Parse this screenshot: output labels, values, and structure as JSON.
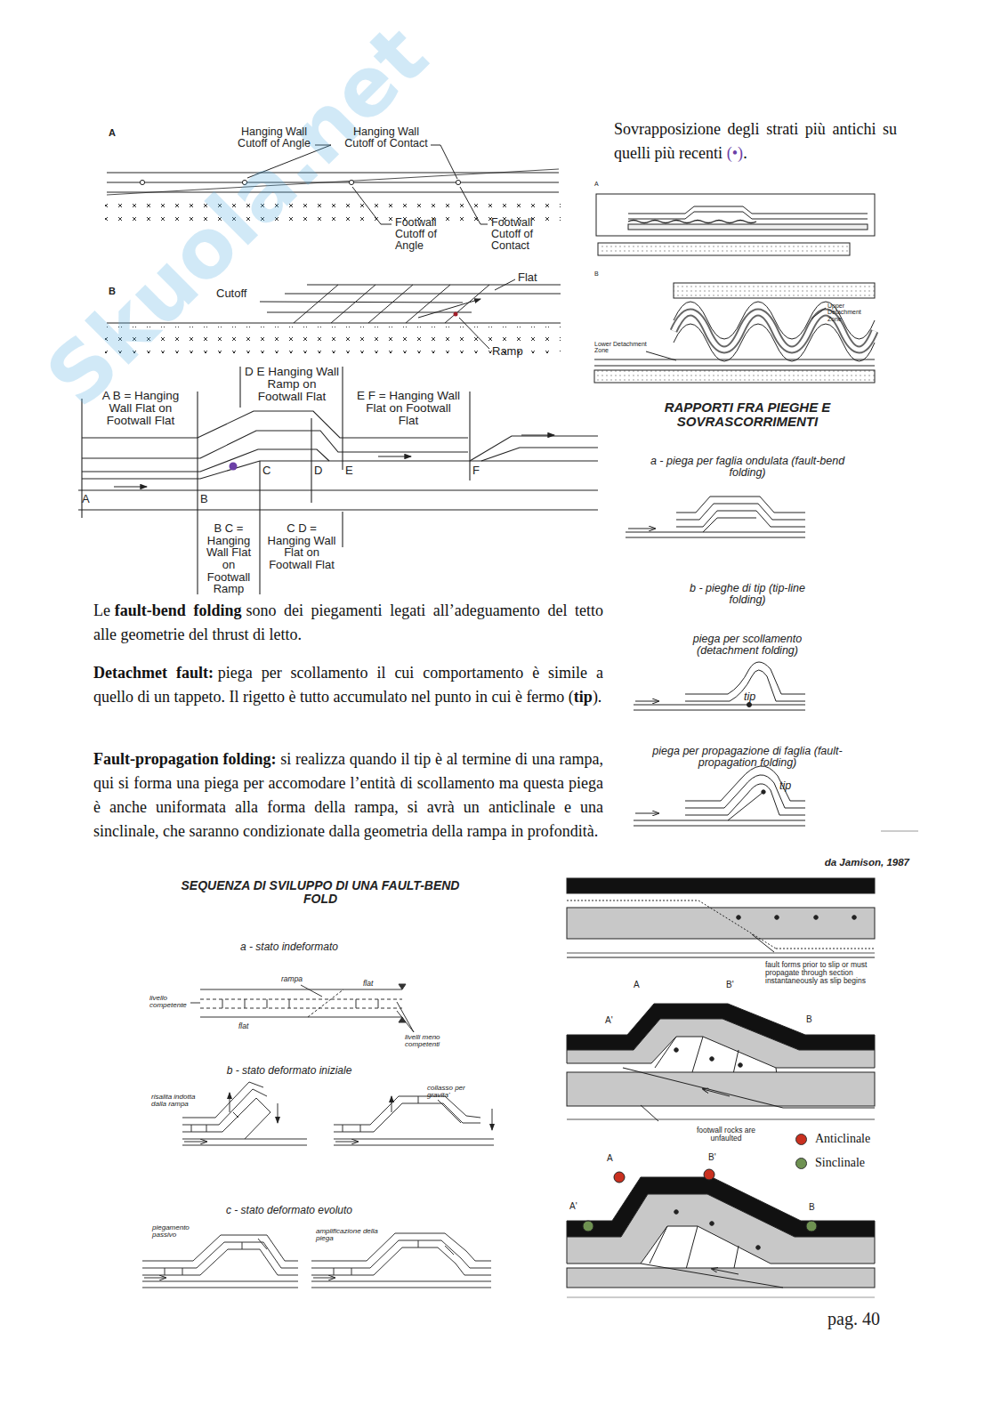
{
  "diagram": {
    "labels": [
      "Skuola.net",
      "A",
      "Hanging Wall Cutoff of Angle",
      "Hanging Wall Cutoff of Contact",
      "Footwall Cutoff of Angle",
      "Footwall Cutoff of Contact",
      "B",
      "Cutoff",
      "Flat",
      "Ramp",
      "D E Hanging Wall Ramp on Footwall Flat",
      "A B = Hanging Wall Flat on Footwall Flat",
      "E F = Hanging Wall Flat on Footwall Flat",
      "C",
      "D",
      "E",
      "F",
      "A",
      "B",
      "B C = Hanging Wall Flat on Footwall Ramp",
      "C D = Hanging Wall Flat on Footwall Flat",
      "Le",
      "fault-bend folding",
      "sono dei piegamenti legati all’adeguamento del tetto alle geometrie del thrust di letto.",
      "Detachmet fault:",
      "piega per scollamento il cui comportamento è simile a quello di un tappeto. Il rigetto è tutto accumulato nel punto in cui è fermo (",
      "tip",
      ").",
      "Fault-propagation folding:",
      "si realizza quando il tip è al termine di una rampa, qui si forma una piega per accomodare l’entità di scollamento ma questa piega è anche uniformata alla forma della rampa, si avrà un anticlinale e una sinclinale, che saranno condizionate dalla geometria della rampa in profondità.",
      "Sovrapposizione degli strati più antichi su quelli più recenti",
      "(•)",
      ".",
      "A",
      "B",
      "Upper Detachment Zone",
      "Lower Detachment Zone",
      "RAPPORTI FRA PIEGHE E SOVRASCORRIMENTI",
      "a - piega per faglia ondulata (fault-bend folding)",
      "b - pieghe di tip (tip-line folding)",
      "piega per scollamento (detachment folding)",
      "tip",
      "piega per propagazione di faglia (fault-propagation folding)",
      "tip",
      "da Jamison, 1987",
      "SEQUENZA DI SVILUPPO DI UNA FAULT-BEND FOLD",
      "a - stato indeformato",
      "rampa",
      "flat",
      "livello competente",
      "flat",
      "livelli meno competenti",
      "b - stato deformato iniziale",
      "risalita indotta dalla rampa",
      "collasso per gravita'",
      "c - stato deformato evoluto",
      "piegamento passivo",
      "amplificazione della piega",
      "fault forms prior to slip or must propagate through section instantaneously as slip begins",
      "A",
      "B'",
      "A'",
      "B",
      "footwall rocks are unfaulted",
      "A",
      "B'",
      "A'",
      "B",
      "pag. 40"
    ],
    "legend": [
      {
        "text": "Anticlinale",
        "color": "#c9301f"
      },
      {
        "text": "Sinclinale",
        "color": "#6e9151"
      }
    ]
  }
}
